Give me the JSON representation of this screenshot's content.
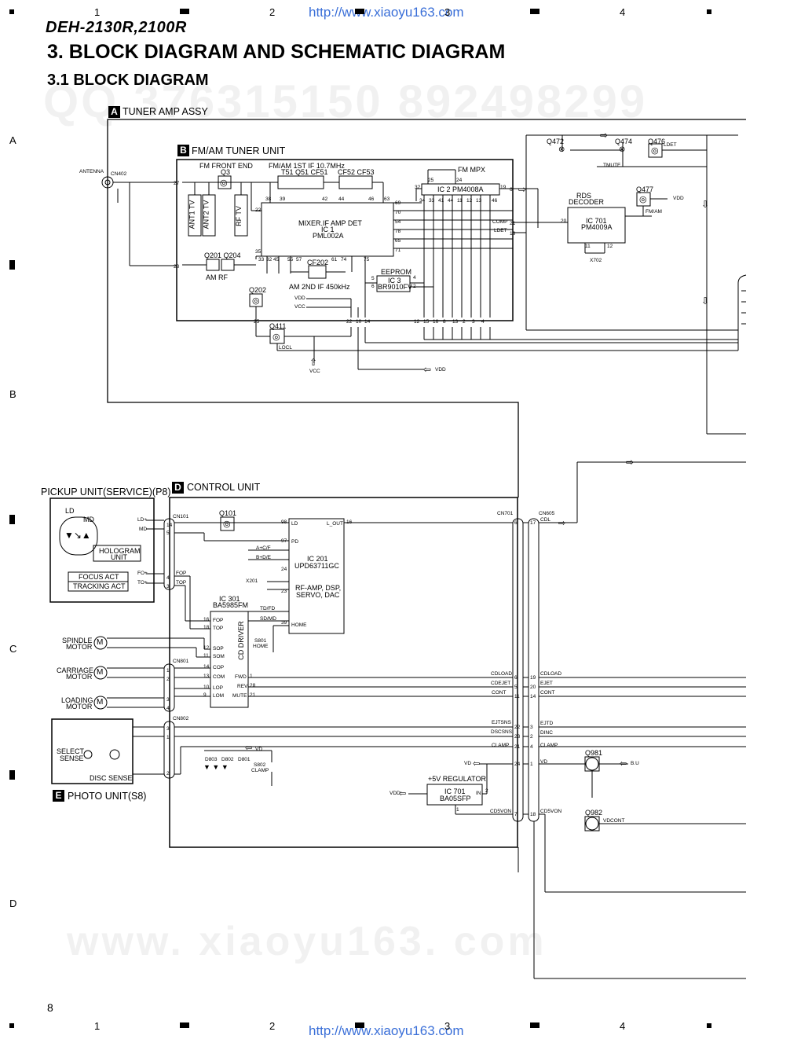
{
  "header": {
    "model": "DEH-2130R,2100R",
    "title": "3. BLOCK DIAGRAM AND SCHEMATIC DIAGRAM",
    "subtitle": "3.1 BLOCK DIAGRAM",
    "url_top": "http://www.xiaoyu163.com",
    "url_bottom": "http://www.xiaoyu163.com",
    "page_number": "8"
  },
  "grid": {
    "cols": [
      "1",
      "2",
      "3",
      "4"
    ],
    "rows": [
      "A",
      "B",
      "C",
      "D"
    ]
  },
  "watermark": {
    "qq": "QQ 376315150   892498299",
    "site": "www. xiaoyu163. com"
  },
  "blocks": {
    "tuner_amp": {
      "tag": "A",
      "label": "TUNER AMP ASSY"
    },
    "fm_am_tuner": {
      "tag": "B",
      "label": "FM/AM TUNER UNIT"
    },
    "pickup": {
      "label": "PICKUP UNIT(SERVICE)(P8)"
    },
    "control": {
      "tag": "D",
      "label": "CONTROL UNIT"
    },
    "photo": {
      "tag": "E",
      "label": "PHOTO UNIT(S8)"
    }
  },
  "tuner": {
    "antenna": "ANTENNA",
    "cn402": "CN402",
    "fm_front_end": "FM FRONT END",
    "q3": "Q3",
    "if_label": "FM/AM 1ST IF 10.7MHz",
    "t51": "T51 Q51 CF51",
    "cf52": "CF52 CF53",
    "ant1": "ANT1 TV",
    "ant2": "ANT2 TV",
    "rf": "RF TV",
    "mixer1": "MIXER.IF AMP DET",
    "mixer2": "IC 1",
    "mixer3": "PML002A",
    "q201": "Q201 Q204",
    "amrf": "AM RF",
    "cf202": "CF202",
    "am2nd": "AM 2ND IF 450kHz",
    "eeprom": "EEPROM",
    "ic3": "IC 3",
    "br": "BR9010FV",
    "q202": "Q202",
    "q411": "Q411",
    "locl": "LOCL",
    "vcc": "VCC",
    "vdd": "VDD",
    "fm_mpx": "FM MPX",
    "ic2": "IC 2 PM4008A",
    "comp": "COMP",
    "ldet": "LDET",
    "rds1": "RDS",
    "rds2": "DECODER",
    "ic701a": "IC 701",
    "ic701b": "PM4009A",
    "x702": "X702",
    "q472": "Q472",
    "q474": "Q474",
    "q476": "Q476",
    "q477": "Q477",
    "tmute": "TMUTE",
    "fmam": "FM/AM",
    "ldet2": "LDET",
    "vdd2": "VDD"
  },
  "pickup": {
    "ld": "LD",
    "md": "MD",
    "hologram1": "HOLOGRAM",
    "hologram2": "UNIT",
    "focus": "FOCUS ACT",
    "tracking": "TRACKING ACT",
    "ldp": "LD+",
    "mdp": "MD",
    "fop": "FO+",
    "top": "TO+"
  },
  "control": {
    "cn101": "CN101",
    "q101": "Q101",
    "ic201a": "IC 201",
    "ic201b": "UPD63711GC",
    "ic201c": "RF-AMP, DSP,",
    "ic201d": "SERVO, DAC",
    "lout": "L_OUT",
    "ld": "LD",
    "pd": "PD",
    "acf": "A+C/F",
    "bde": "B+D/E",
    "x201": "X201",
    "ic301a": "IC 301",
    "ic301b": "BA5985FM",
    "cddriver": "CD DRIVER",
    "tdfd": "TD/FD",
    "sdmd": "SD/MD",
    "home": "HOME",
    "s801": "S801",
    "s801b": "HOME",
    "cn701": "CN701",
    "cn801": "CN801",
    "cn802": "CN802",
    "fop": "FOP",
    "topl": "TOP",
    "sop": "SOP",
    "som": "SOM",
    "cop": "COP",
    "com": "COM",
    "lop": "LOP",
    "lom": "LOM",
    "fwd": "FWD",
    "rev": "REV",
    "mute": "MUTE",
    "cdload": "CDLOAD",
    "cdejet": "CDEJET",
    "cont": "CONT",
    "ejtsns": "EJTSNS",
    "dscsns": "DSCSNS",
    "clamp": "CLAMP",
    "vd": "VD",
    "vdd": "VDD",
    "reg": "+5V REGULATOR",
    "ic701a": "IC 701",
    "ic701b": "BA05SFP",
    "in": "IN",
    "cd5von": "CD5VON",
    "d803": "D803",
    "d802": "D802",
    "d801": "D801",
    "s802": "S802",
    "s802b": "CLAMP"
  },
  "motors": {
    "spindle1": "SPINDLE",
    "spindle2": "MOTOR",
    "carriage1": "CARRIAGE",
    "carriage2": "MOTOR",
    "loading1": "LOADING",
    "loading2": "MOTOR",
    "m": "M"
  },
  "photo": {
    "select1": "SELECT",
    "select2": "SENSE",
    "disc": "DISC SENSE"
  },
  "right": {
    "cn605": "CN605",
    "cdl": "CDL",
    "cdload": "CDLOAD",
    "ejet": "EJET",
    "cont": "CONT",
    "ejtd": "EJTD",
    "dinc": "DINC",
    "clamp": "CLAMP",
    "vd": "VD",
    "q981": "Q981",
    "q982": "Q982",
    "bu": "B.U",
    "vdcont": "VDCONT",
    "cd5von": "CD5VON"
  }
}
